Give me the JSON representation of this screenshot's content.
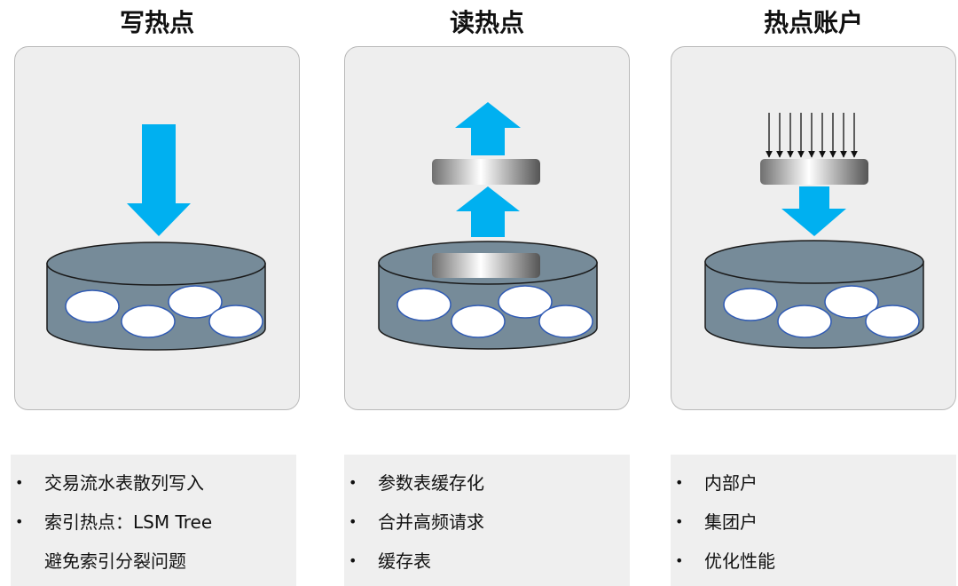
{
  "columns": [
    {
      "title": "写热点",
      "notes": [
        {
          "bullet": "•",
          "text": "交易流水表散列写入"
        },
        {
          "bullet": "•",
          "text": "索引热点：LSM Tree"
        },
        {
          "bullet": "",
          "text": "避免索引分裂问题"
        }
      ]
    },
    {
      "title": "读热点",
      "notes": [
        {
          "bullet": "•",
          "text": "参数表缓存化"
        },
        {
          "bullet": "•",
          "text": "合并高频请求"
        },
        {
          "bullet": "•",
          "text": "缓存表"
        }
      ]
    },
    {
      "title": "热点账户",
      "notes": [
        {
          "bullet": "•",
          "text": "内部户"
        },
        {
          "bullet": "•",
          "text": "集团户"
        },
        {
          "bullet": "•",
          "text": "优化性能"
        }
      ]
    }
  ],
  "colors": {
    "arrow": "#00b0f0",
    "cylinder": "#768b99",
    "record_fill": "#ffffff",
    "record_stroke": "#2f5ab4",
    "panel_bg": "#eeeeee",
    "notes_bg": "#efefef"
  }
}
